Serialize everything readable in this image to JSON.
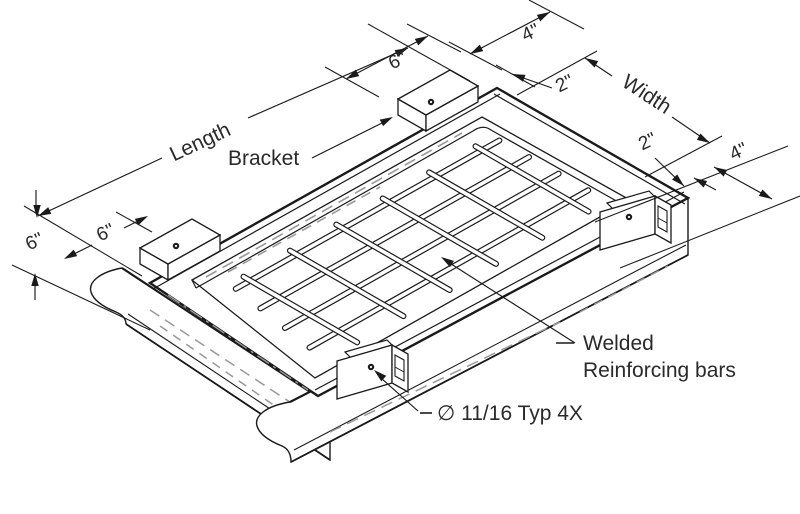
{
  "title": "Grate frame isometric technical drawing",
  "colors": {
    "line": "#1a1a1a",
    "hidden_dash": "#999999",
    "text": "#2a2a2a",
    "background": "#ffffff"
  },
  "annotations": {
    "length_label": "Length",
    "width_label": "Width",
    "bracket_label": "Bracket",
    "welded_label_line1": "Welded",
    "welded_label_line2": "Reinforcing bars",
    "hole_callout": "∅ 11/16 Typ 4X"
  },
  "dimensions": {
    "top_bracket_span": "6\"",
    "top_offset_outer": "4\"",
    "top_offset_inner": "2\"",
    "right_offset_inner": "2\"",
    "right_offset_outer": "4\"",
    "left_height": "6\"",
    "left_bracket_offset": "6\""
  }
}
